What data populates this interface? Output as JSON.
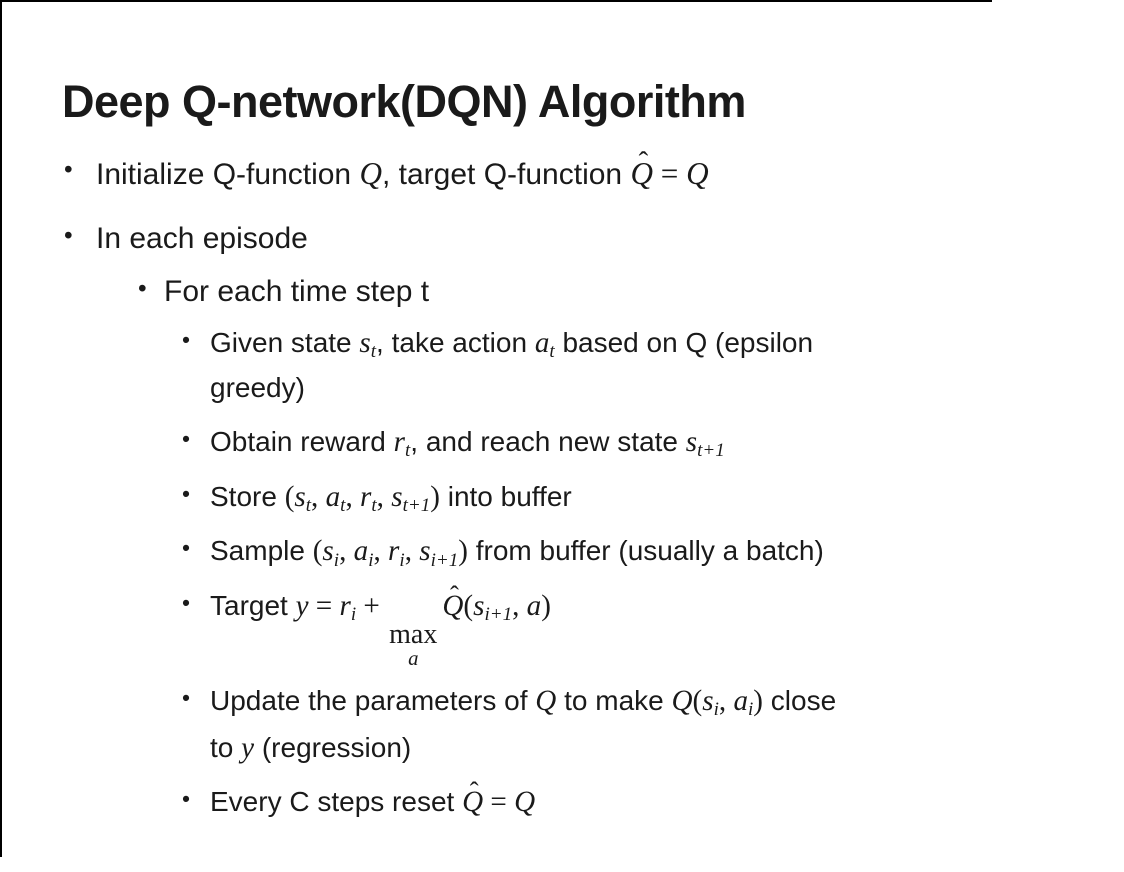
{
  "slide": {
    "title": "Deep Q-network(DQN) Algorithm",
    "bullet_glyph": "•",
    "bullets": [
      {
        "level": 1,
        "segs": [
          {
            "k": "t",
            "v": "Initialize Q-function "
          },
          {
            "k": "m",
            "v": "Q"
          },
          {
            "k": "t",
            "v": ", target Q-function "
          },
          {
            "k": "hat",
            "v": "Q",
            "mark": "ˆ"
          },
          {
            "k": "o",
            "v": " = "
          },
          {
            "k": "m",
            "v": "Q"
          }
        ]
      },
      {
        "level": 1,
        "segs": [
          {
            "k": "t",
            "v": "In each episode"
          }
        ]
      },
      {
        "level": 2,
        "segs": [
          {
            "k": "t",
            "v": "For each time step t"
          }
        ]
      },
      {
        "level": 3,
        "segs": [
          {
            "k": "t",
            "v": "Given state "
          },
          {
            "k": "m",
            "v": "s"
          },
          {
            "k": "sub",
            "v": "t"
          },
          {
            "k": "t",
            "v": ", take action "
          },
          {
            "k": "m",
            "v": "a"
          },
          {
            "k": "sub",
            "v": "t"
          },
          {
            "k": "t",
            "v": " based on Q (epsilon"
          },
          {
            "k": "br"
          },
          {
            "k": "t",
            "v": "greedy)"
          }
        ]
      },
      {
        "level": 3,
        "segs": [
          {
            "k": "t",
            "v": "Obtain reward "
          },
          {
            "k": "m",
            "v": "r"
          },
          {
            "k": "sub",
            "v": "t"
          },
          {
            "k": "t",
            "v": ", and reach new state "
          },
          {
            "k": "m",
            "v": "s"
          },
          {
            "k": "sub",
            "v": "t+1"
          }
        ]
      },
      {
        "level": 3,
        "segs": [
          {
            "k": "t",
            "v": "Store "
          },
          {
            "k": "o",
            "v": "("
          },
          {
            "k": "m",
            "v": "s"
          },
          {
            "k": "sub",
            "v": "t"
          },
          {
            "k": "o",
            "v": ", "
          },
          {
            "k": "m",
            "v": "a"
          },
          {
            "k": "sub",
            "v": "t"
          },
          {
            "k": "o",
            "v": ", "
          },
          {
            "k": "m",
            "v": "r"
          },
          {
            "k": "sub",
            "v": "t"
          },
          {
            "k": "o",
            "v": ", "
          },
          {
            "k": "m",
            "v": "s"
          },
          {
            "k": "sub",
            "v": "t+1"
          },
          {
            "k": "o",
            "v": ")"
          },
          {
            "k": "t",
            "v": " into buffer"
          }
        ]
      },
      {
        "level": 3,
        "segs": [
          {
            "k": "t",
            "v": "Sample "
          },
          {
            "k": "o",
            "v": "("
          },
          {
            "k": "m",
            "v": "s"
          },
          {
            "k": "sub",
            "v": "i"
          },
          {
            "k": "o",
            "v": ", "
          },
          {
            "k": "m",
            "v": "a"
          },
          {
            "k": "sub",
            "v": "i"
          },
          {
            "k": "o",
            "v": ", "
          },
          {
            "k": "m",
            "v": "r"
          },
          {
            "k": "sub",
            "v": "i"
          },
          {
            "k": "o",
            "v": ", "
          },
          {
            "k": "m",
            "v": "s"
          },
          {
            "k": "sub",
            "v": "i+1"
          },
          {
            "k": "o",
            "v": ")"
          },
          {
            "k": "t",
            "v": " from buffer (usually a batch)"
          }
        ]
      },
      {
        "level": 3,
        "segs": [
          {
            "k": "t",
            "v": "Target "
          },
          {
            "k": "m",
            "v": "y"
          },
          {
            "k": "o",
            "v": " = "
          },
          {
            "k": "m",
            "v": "r"
          },
          {
            "k": "sub",
            "v": "i"
          },
          {
            "k": "o",
            "v": " + "
          },
          {
            "k": "lim",
            "v": "max",
            "under": "a"
          },
          {
            "k": "hat",
            "v": "Q",
            "mark": "ˆ"
          },
          {
            "k": "o",
            "v": "("
          },
          {
            "k": "m",
            "v": "s"
          },
          {
            "k": "sub",
            "v": "i+1"
          },
          {
            "k": "o",
            "v": ", "
          },
          {
            "k": "m",
            "v": "a"
          },
          {
            "k": "o",
            "v": ")"
          }
        ]
      },
      {
        "level": 3,
        "segs": [
          {
            "k": "t",
            "v": "Update the parameters of "
          },
          {
            "k": "m",
            "v": "Q"
          },
          {
            "k": "t",
            "v": " to make "
          },
          {
            "k": "m",
            "v": "Q"
          },
          {
            "k": "o",
            "v": "("
          },
          {
            "k": "m",
            "v": "s"
          },
          {
            "k": "sub",
            "v": "i"
          },
          {
            "k": "o",
            "v": ", "
          },
          {
            "k": "m",
            "v": "a"
          },
          {
            "k": "sub",
            "v": "i"
          },
          {
            "k": "o",
            "v": ")"
          },
          {
            "k": "t",
            "v": " close"
          },
          {
            "k": "br"
          },
          {
            "k": "t",
            "v": "to "
          },
          {
            "k": "m",
            "v": "y"
          },
          {
            "k": "t",
            "v": " (regression)"
          }
        ]
      },
      {
        "level": 3,
        "segs": [
          {
            "k": "t",
            "v": "Every C steps reset "
          },
          {
            "k": "hat",
            "v": "Q",
            "mark": "ˆ"
          },
          {
            "k": "o",
            "v": " = "
          },
          {
            "k": "m",
            "v": "Q"
          }
        ]
      }
    ]
  },
  "colors": {
    "background": "#ffffff",
    "text": "#1a1a1a",
    "frame_line": "#000000"
  }
}
